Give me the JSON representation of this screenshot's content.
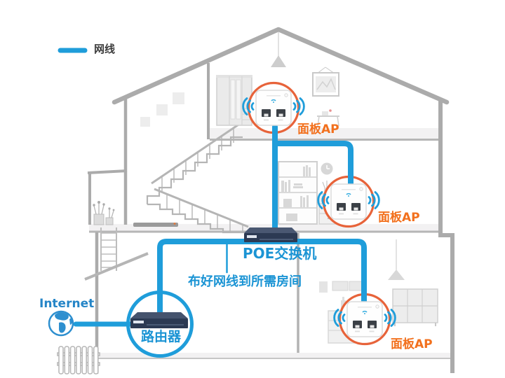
{
  "legend": {
    "label": "网线"
  },
  "diagram": {
    "internet": {
      "label": "Internet",
      "icon": "globe-icon"
    },
    "router": {
      "label": "路由器"
    },
    "poe_switch": {
      "label": "POE交换机"
    },
    "ap_attic": {
      "label": "面板AP"
    },
    "ap_middle_floor": {
      "label": "面板AP"
    },
    "ap_ground_floor": {
      "label": "面板AP"
    },
    "note": {
      "label": "布好网线到所需房间"
    }
  },
  "colors": {
    "cable_blue": "#1f9dda",
    "label_blue": "#1b94d4",
    "internet_blue": "#2585c7",
    "ap_label_orange": "#f2701d",
    "ap_circle_orange": "#e7633a",
    "house_gray": "#ababab",
    "floor_gray": "#f2f1f2"
  }
}
